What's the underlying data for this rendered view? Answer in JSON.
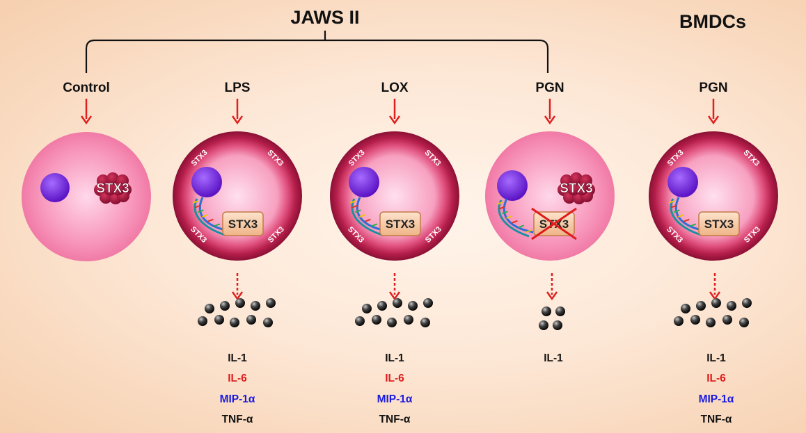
{
  "header": {
    "jaws_title": "JAWS II",
    "bmdc_title": "BMDCs"
  },
  "columns": [
    {
      "treatment": "Control",
      "state": "resting",
      "granule_label": "STX3",
      "cytokines": []
    },
    {
      "treatment": "LPS",
      "state": "activated",
      "membrane_label": "STX3",
      "gene_label": "STX3",
      "granules": 10,
      "cytokines": [
        "IL-1",
        "IL-6",
        "MIP-1α",
        "TNF-α"
      ]
    },
    {
      "treatment": "LOX",
      "state": "activated",
      "membrane_label": "STX3",
      "gene_label": "STX3",
      "granules": 10,
      "cytokines": [
        "IL-1",
        "IL-6",
        "MIP-1α",
        "TNF-α"
      ]
    },
    {
      "treatment": "PGN",
      "state": "blocked",
      "granule_label": "STX3",
      "gene_label": "STX3",
      "granules": 4,
      "cytokines": [
        "IL-1"
      ]
    },
    {
      "treatment": "PGN",
      "state": "activated",
      "membrane_label": "STX3",
      "gene_label": "STX3",
      "granules": 10,
      "cytokines": [
        "IL-1",
        "IL-6",
        "MIP-1α",
        "TNF-α"
      ]
    }
  ],
  "colors": {
    "cell_fill": "#f58fb0",
    "cell_rim": "#a3153f",
    "nucleus": "#7a2ad8",
    "arrow": "#e02020",
    "box": "#f4c59e",
    "il6": "#e01b1b",
    "mip": "#1a1adf"
  }
}
